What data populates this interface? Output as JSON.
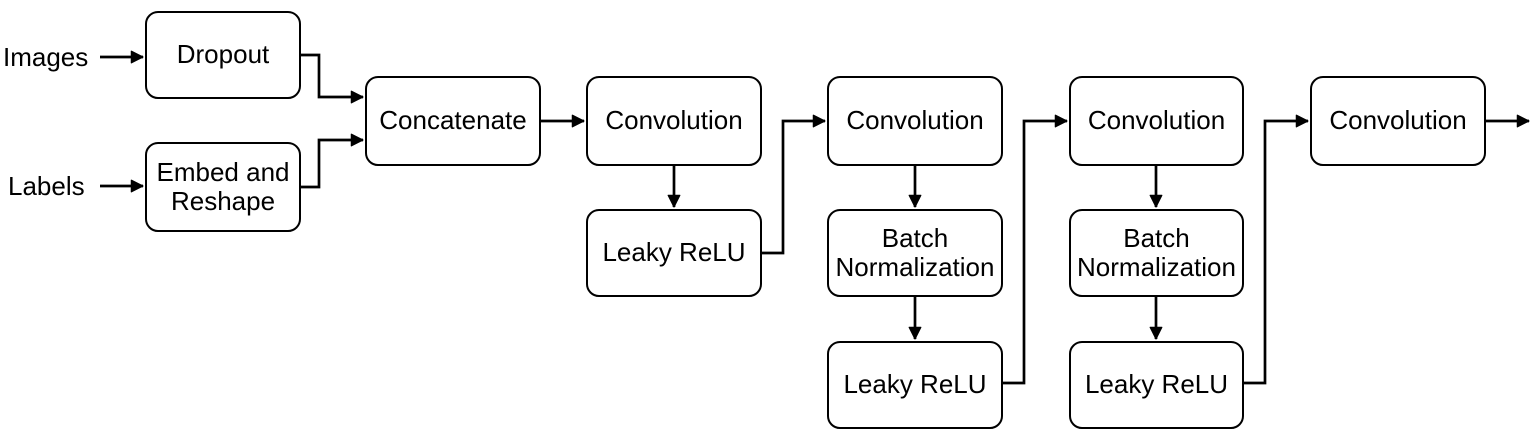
{
  "diagram": {
    "type": "flowchart",
    "description": "Neural network layer pipeline block diagram",
    "colors": {
      "box_fill": "#ffffff",
      "box_stroke": "#000000",
      "text": "#000000",
      "background": "#ffffff"
    },
    "inputs": [
      {
        "id": "images",
        "label": "Images"
      },
      {
        "id": "labels",
        "label": "Labels"
      }
    ],
    "nodes": [
      {
        "id": "dropout",
        "label": "Dropout"
      },
      {
        "id": "embed-reshape",
        "label": "Embed and Reshape"
      },
      {
        "id": "concatenate",
        "label": "Concatenate"
      },
      {
        "id": "convolution-1",
        "label": "Convolution"
      },
      {
        "id": "leaky-relu-1",
        "label": "Leaky ReLU"
      },
      {
        "id": "convolution-2",
        "label": "Convolution"
      },
      {
        "id": "batch-norm-1",
        "label": "Batch Normalization"
      },
      {
        "id": "leaky-relu-2",
        "label": "Leaky ReLU"
      },
      {
        "id": "convolution-3",
        "label": "Convolution"
      },
      {
        "id": "batch-norm-2",
        "label": "Batch Normalization"
      },
      {
        "id": "leaky-relu-3",
        "label": "Leaky ReLU"
      },
      {
        "id": "convolution-4",
        "label": "Convolution"
      }
    ],
    "edges": [
      {
        "from": "images",
        "to": "dropout"
      },
      {
        "from": "labels",
        "to": "embed-reshape"
      },
      {
        "from": "dropout",
        "to": "concatenate"
      },
      {
        "from": "embed-reshape",
        "to": "concatenate"
      },
      {
        "from": "concatenate",
        "to": "convolution-1"
      },
      {
        "from": "convolution-1",
        "to": "leaky-relu-1"
      },
      {
        "from": "leaky-relu-1",
        "to": "convolution-2"
      },
      {
        "from": "convolution-2",
        "to": "batch-norm-1"
      },
      {
        "from": "batch-norm-1",
        "to": "leaky-relu-2"
      },
      {
        "from": "leaky-relu-2",
        "to": "convolution-3"
      },
      {
        "from": "convolution-3",
        "to": "batch-norm-2"
      },
      {
        "from": "batch-norm-2",
        "to": "leaky-relu-3"
      },
      {
        "from": "leaky-relu-3",
        "to": "convolution-4"
      },
      {
        "from": "convolution-4",
        "to": "output"
      }
    ]
  }
}
